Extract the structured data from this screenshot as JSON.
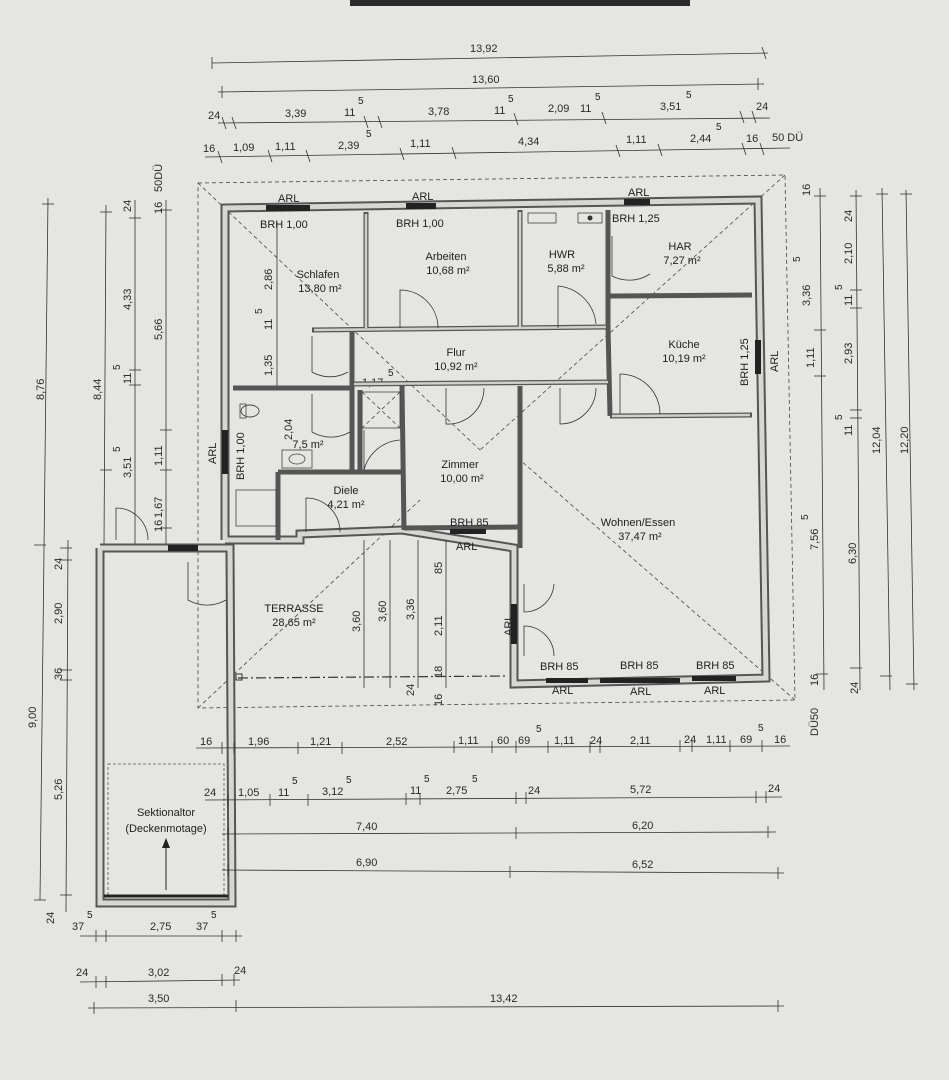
{
  "dims_top": [
    "13,92",
    "13,60",
    "24",
    "3,39",
    "11",
    "5",
    "3,78",
    "11",
    "5",
    "2,09",
    "11",
    "5",
    "3,51",
    "5",
    "24",
    "16",
    "1,09",
    "1,11",
    "2,39",
    "5",
    "1,11",
    "4,34",
    "1,11",
    "2,44",
    "5",
    "16",
    "50 DÜ"
  ],
  "dims_left": [
    "8,76",
    "8,44",
    "4,33",
    "5,66",
    "11",
    "5",
    "3,51",
    "5",
    "1,11",
    "1,67",
    "16",
    "24",
    "16",
    "50DÜ",
    "9,00",
    "5,26",
    "2,90",
    "24",
    "36",
    "24",
    "2,86",
    "11",
    "5",
    "1,35",
    "1,17",
    "5",
    "2,04"
  ],
  "dims_right": [
    "16",
    "3,36",
    "5",
    "2,10",
    "24",
    "11",
    "5",
    "2,93",
    "1,11",
    "11",
    "5",
    "12,04",
    "12,20",
    "7,56",
    "5",
    "6,30",
    "24",
    "16",
    "DÜ50",
    "1,25"
  ],
  "dims_bottom": [
    "16",
    "1,96",
    "1,21",
    "2,52",
    "1,11",
    "60",
    "69",
    "5",
    "1,11",
    "24",
    "2,11",
    "24",
    "1,11",
    "69",
    "5",
    "16",
    "24",
    "1,05",
    "11",
    "5",
    "3,12",
    "5",
    "11",
    "5",
    "2,75",
    "5",
    "24",
    "5,72",
    "24",
    "7,40",
    "6,20",
    "6,90",
    "6,52",
    "37",
    "5",
    "2,75",
    "37",
    "5",
    "24",
    "3,02",
    "24",
    "3,50",
    "13,42"
  ],
  "dims_inner": [
    "3,60",
    "3,60",
    "3,36",
    "85",
    "2,11",
    "24",
    "16",
    "18"
  ],
  "labels": {
    "arl": "ARL",
    "brh100": "BRH 1,00",
    "brh125": "BRH 1,25",
    "brh85": "BRH 85"
  },
  "rooms": [
    {
      "name": "Schlafen",
      "area": "13,80 m²"
    },
    {
      "name": "Arbeiten",
      "area": "10,68 m²"
    },
    {
      "name": "HWR",
      "area": "5,88 m²"
    },
    {
      "name": "HAR",
      "area": "7,27 m²"
    },
    {
      "name": "Küche",
      "area": "10,19 m²"
    },
    {
      "name": "Flur",
      "area": "10,92 m²"
    },
    {
      "name": "Zimmer",
      "area": "10,00 m²"
    },
    {
      "name": "Diele",
      "area": "4,21 m²"
    },
    {
      "name": "Wohnen/Essen",
      "area": "37,47 m²"
    },
    {
      "name": "TERRASSE",
      "area": "28,65 m²"
    }
  ],
  "bath_area": "7,5 m²",
  "garage": {
    "line1": "Sektionaltor",
    "line2": "(Deckenmotage)"
  }
}
